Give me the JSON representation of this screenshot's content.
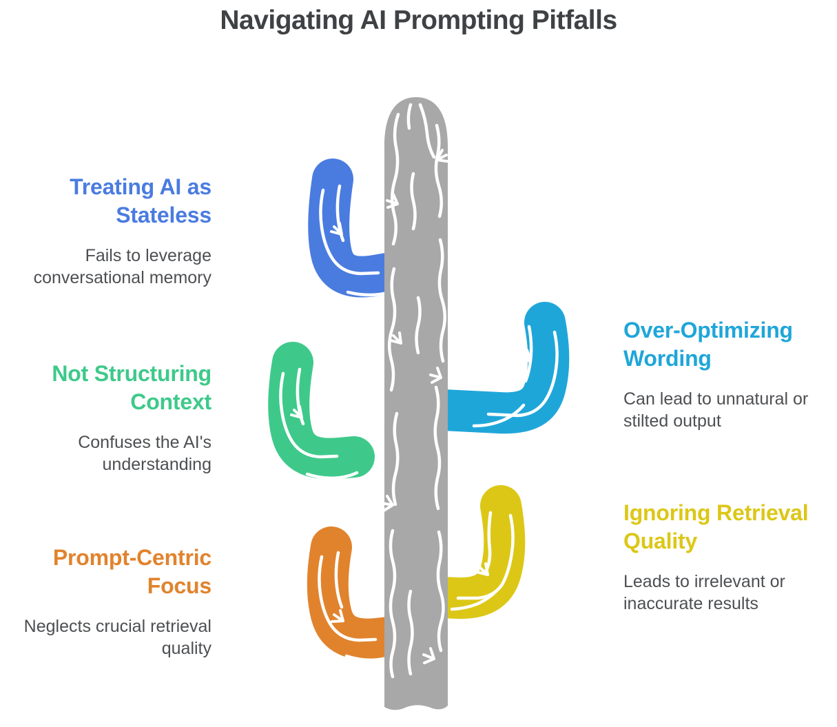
{
  "title": "Navigating AI Prompting Pitfalls",
  "colors": {
    "title_text": "#3f4245",
    "body_text": "#4d4f52",
    "background": "#ffffff"
  },
  "illustration": {
    "name": "saguaro-cactus",
    "trunk_color": "#a8a8a8",
    "detail_color": "#ffffff"
  },
  "pitfalls": [
    {
      "id": "treating-ai-as-stateless",
      "heading": "Treating AI as Stateless",
      "description": "Fails to leverage conversational memory",
      "color": "#4a7ce0",
      "side": "left"
    },
    {
      "id": "not-structuring-context",
      "heading": "Not Structuring Context",
      "description": "Confuses the AI's understanding",
      "color": "#3ec98a",
      "side": "left"
    },
    {
      "id": "prompt-centric-focus",
      "heading": "Prompt-Centric Focus",
      "description": "Neglects crucial retrieval quality",
      "color": "#e1832d",
      "side": "left"
    },
    {
      "id": "over-optimizing-wording",
      "heading": "Over-Optimizing Wording",
      "description": "Can lead to unnatural or stilted output",
      "color": "#1fa6d9",
      "side": "right"
    },
    {
      "id": "ignoring-retrieval-quality",
      "heading": "Ignoring Retrieval Quality",
      "description": "Leads to irrelevant or inaccurate results",
      "color": "#dcc717",
      "side": "right"
    }
  ]
}
